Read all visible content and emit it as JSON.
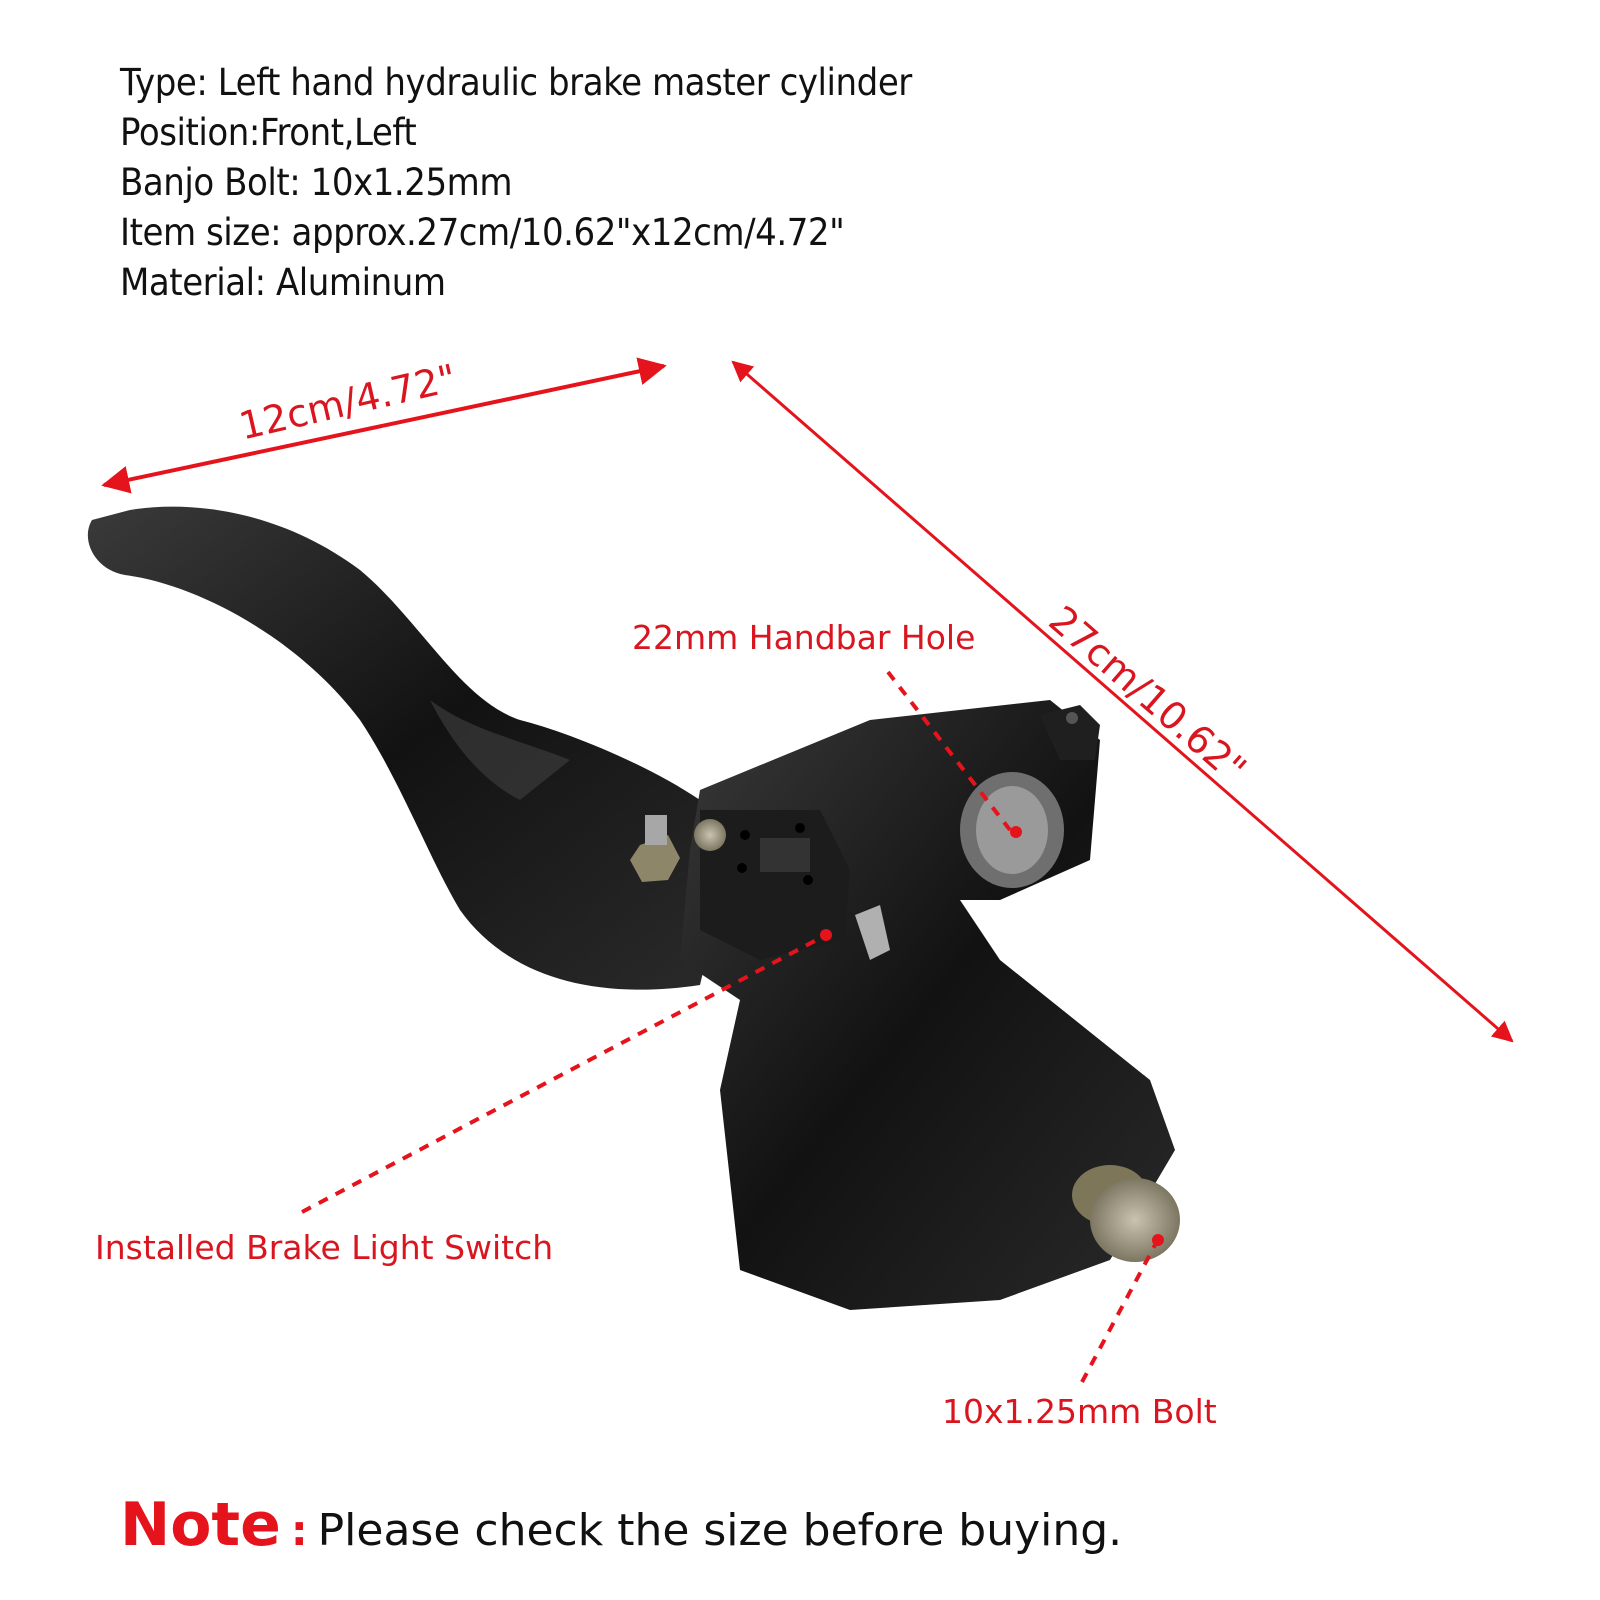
{
  "specs": {
    "type": "Type: Left hand hydraulic brake master cylinder",
    "position": "Position:Front,Left",
    "banjo_bolt": "Banjo Bolt: 10x1.25mm",
    "item_size": "Item size: approx.27cm/10.62\"x12cm/4.72\"",
    "material": "Material: Aluminum"
  },
  "dimensions": {
    "width_label": "12cm/4.72\"",
    "length_label": "27cm/10.62\""
  },
  "callouts": {
    "handbar_hole": "22mm Handbar Hole",
    "brake_light_switch": "Installed Brake Light Switch",
    "bolt": "10x1.25mm Bolt"
  },
  "note": {
    "key": "Note",
    "colon": ":",
    "text": "Please check the size before buying."
  },
  "colors": {
    "accent_red": "#d9161f",
    "text": "#111111",
    "product_black": "#151515"
  }
}
